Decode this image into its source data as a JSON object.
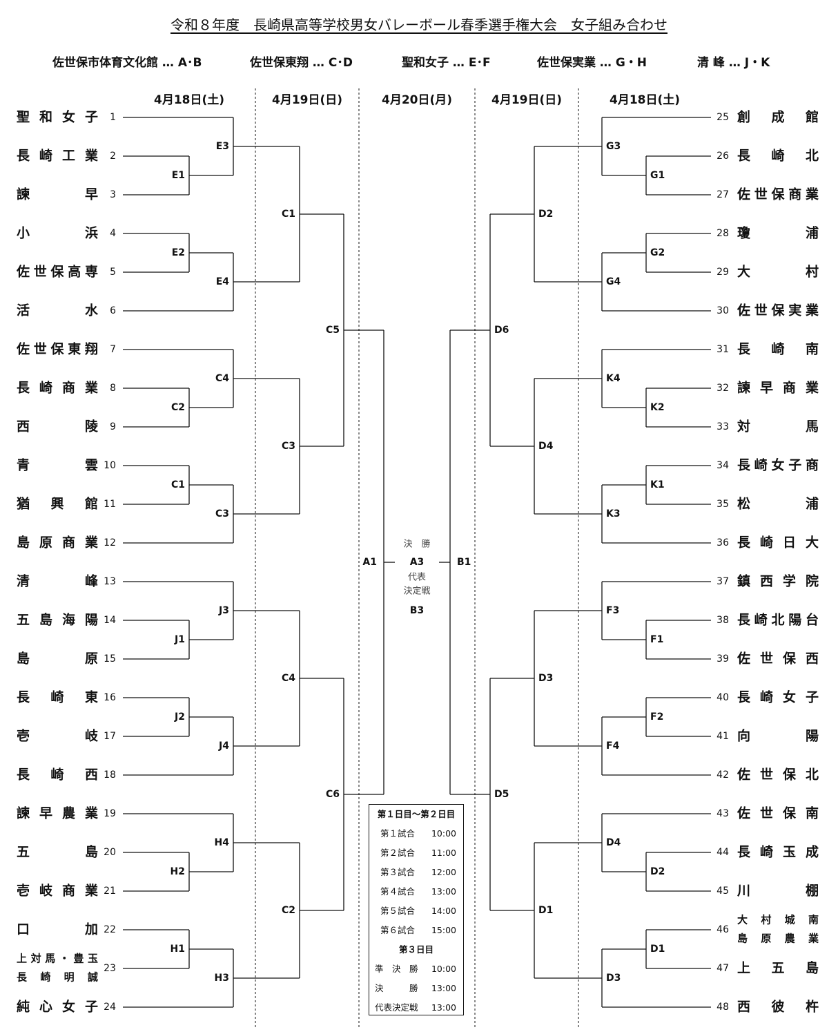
{
  "title": "令和８年度　長崎県高等学校男女バレーボール春季選手権大会　女子組み合わせ",
  "venues": [
    {
      "name": "佐世保市体育文化館",
      "blocks": "A･B"
    },
    {
      "name": "佐世保東翔",
      "blocks": "C･D"
    },
    {
      "name": "聖和女子",
      "blocks": "E･F"
    },
    {
      "name": "佐世保実業",
      "blocks": "G・H"
    },
    {
      "name": "清 峰",
      "blocks": "J・K"
    }
  ],
  "venue_separator": "…",
  "dates": [
    "4月18日(土)",
    "4月19日(日)",
    "4月20日(月)",
    "4月19日(日)",
    "4月18日(土)"
  ],
  "left_teams": [
    {
      "num": "1",
      "name": "聖和女子"
    },
    {
      "num": "2",
      "name": "長崎工業"
    },
    {
      "num": "3",
      "name": "諫早"
    },
    {
      "num": "4",
      "name": "小浜"
    },
    {
      "num": "5",
      "name": "佐世保高専"
    },
    {
      "num": "6",
      "name": "活水"
    },
    {
      "num": "7",
      "name": "佐世保東翔"
    },
    {
      "num": "8",
      "name": "長崎商業"
    },
    {
      "num": "9",
      "name": "西陵"
    },
    {
      "num": "10",
      "name": "青雲"
    },
    {
      "num": "11",
      "name": "猶興館"
    },
    {
      "num": "12",
      "name": "島原商業"
    },
    {
      "num": "13",
      "name": "清峰"
    },
    {
      "num": "14",
      "name": "五島海陽"
    },
    {
      "num": "15",
      "name": "島原"
    },
    {
      "num": "16",
      "name": "長崎東"
    },
    {
      "num": "17",
      "name": "壱岐"
    },
    {
      "num": "18",
      "name": "長崎西"
    },
    {
      "num": "19",
      "name": "諫早農業"
    },
    {
      "num": "20",
      "name": "五島"
    },
    {
      "num": "21",
      "name": "壱岐商業"
    },
    {
      "num": "22",
      "name": "口加"
    },
    {
      "num": "23",
      "name": "上対馬・豊玉",
      "name2": "長崎明誠"
    },
    {
      "num": "24",
      "name": "純心女子"
    }
  ],
  "right_teams": [
    {
      "num": "25",
      "name": "創成館"
    },
    {
      "num": "26",
      "name": "長崎北"
    },
    {
      "num": "27",
      "name": "佐世保商業"
    },
    {
      "num": "28",
      "name": "瓊浦"
    },
    {
      "num": "29",
      "name": "大村"
    },
    {
      "num": "30",
      "name": "佐世保実業"
    },
    {
      "num": "31",
      "name": "長崎南"
    },
    {
      "num": "32",
      "name": "諫早商業"
    },
    {
      "num": "33",
      "name": "対馬"
    },
    {
      "num": "34",
      "name": "長崎女子商"
    },
    {
      "num": "35",
      "name": "松浦"
    },
    {
      "num": "36",
      "name": "長崎日大"
    },
    {
      "num": "37",
      "name": "鎮西学院"
    },
    {
      "num": "38",
      "name": "長崎北陽台"
    },
    {
      "num": "39",
      "name": "佐世保西"
    },
    {
      "num": "40",
      "name": "長崎女子"
    },
    {
      "num": "41",
      "name": "向陽"
    },
    {
      "num": "42",
      "name": "佐世保北"
    },
    {
      "num": "43",
      "name": "佐世保南"
    },
    {
      "num": "44",
      "name": "長崎玉成"
    },
    {
      "num": "45",
      "name": "川棚"
    },
    {
      "num": "46",
      "name": "大村城南",
      "name2": "島原農業"
    },
    {
      "num": "47",
      "name": "上五島"
    },
    {
      "num": "48",
      "name": "西彼杵"
    }
  ],
  "left_matches": {
    "round1": [
      "E1",
      "E2",
      "C2",
      "C1",
      "J1",
      "J2",
      "H2",
      "H1"
    ],
    "round2": [
      "E3",
      "E4",
      "C4",
      "C3",
      "J3",
      "J4",
      "H4",
      "H3"
    ],
    "round3": [
      "C1",
      "C3",
      "C4",
      "C2"
    ],
    "round4": [
      "C5",
      "C6"
    ],
    "semifinal": "A1"
  },
  "right_matches": {
    "round1": [
      "G1",
      "G2",
      "K2",
      "K1",
      "F1",
      "F2",
      "D2",
      "D1"
    ],
    "round2": [
      "G3",
      "G4",
      "K4",
      "K3",
      "F3",
      "F4",
      "D4",
      "D3"
    ],
    "round3": [
      "D2",
      "D4",
      "D3",
      "D1"
    ],
    "round4": [
      "D6",
      "D5"
    ],
    "semifinal": "B1"
  },
  "center": {
    "final_label": "決　勝",
    "final_match": "A3",
    "third_label_1": "代表",
    "third_label_2": "決定戦",
    "third_match": "B3"
  },
  "schedule": {
    "heading_1": "第１日目～第２日目",
    "games": [
      {
        "label": "第１試合",
        "time": "10:00"
      },
      {
        "label": "第２試合",
        "time": "11:00"
      },
      {
        "label": "第３試合",
        "time": "12:00"
      },
      {
        "label": "第４試合",
        "time": "13:00"
      },
      {
        "label": "第５試合",
        "time": "14:00"
      },
      {
        "label": "第６試合",
        "time": "15:00"
      }
    ],
    "heading_2": "第３日目",
    "finals": [
      {
        "label": "準　決　勝",
        "time": "10:00"
      },
      {
        "label": "決　　　勝",
        "time": "13:00"
      },
      {
        "label": "代表決定戦",
        "time": "13:00"
      }
    ]
  }
}
